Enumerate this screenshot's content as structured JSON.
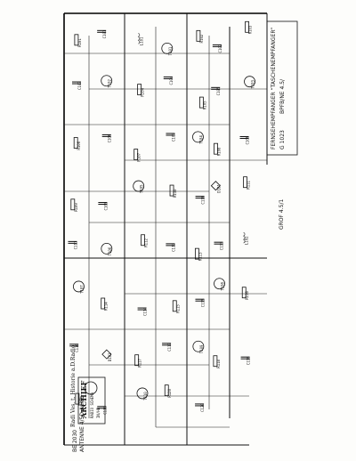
{
  "title_block": {
    "title": "FERNSEHEMPFANGER “TASCHENEMPFANGER”",
    "subtitle": "G 1023",
    "line3": "BPFB/NE 4.5/",
    "tag": "GROF 4.5/1"
  },
  "stamp": {
    "header": "Radi Ves. t. Historie a.D.Radio",
    "name": "ARCHIEF",
    "lines": [
      "RADIO SCHEMA",
      "IN/HB"
    ]
  },
  "bottom_left": {
    "line1": "BE 2030",
    "line2": "ANTENNE 4/5D Audio"
  },
  "components": [
    "R101",
    "C101",
    "L101",
    "T101",
    "R102",
    "C102",
    "R103",
    "C103",
    "T102",
    "R104",
    "C104",
    "R105",
    "C105",
    "T103",
    "R106",
    "C106",
    "R107",
    "C107",
    "T104",
    "R108",
    "C108",
    "R109",
    "C109",
    "T105",
    "R110",
    "C110",
    "D101",
    "R111",
    "C111",
    "T106",
    "R112",
    "C112",
    "R113",
    "C113",
    "L102",
    "T107",
    "R114",
    "C114",
    "R115",
    "C115",
    "T108",
    "R116",
    "C116",
    "D102",
    "R117",
    "C117",
    "T109",
    "R118",
    "C118",
    "R119",
    "C119",
    "T110",
    "R120",
    "C120"
  ]
}
